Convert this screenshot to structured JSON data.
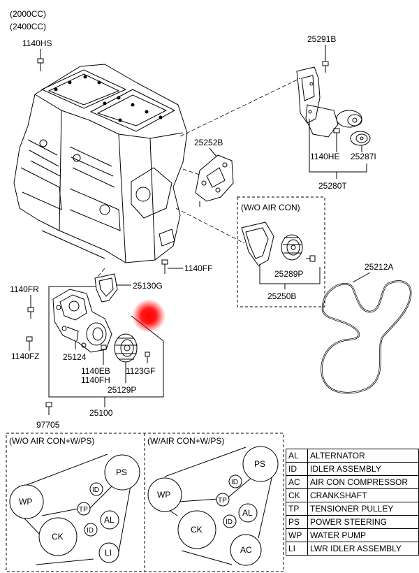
{
  "engine_variants": [
    "(2000CC)",
    "(2400CC)"
  ],
  "part_numbers": {
    "bolt_top_left": "1140HS",
    "bracket_top_right": "25291B",
    "bolt_tensioner": "1140HE",
    "idler_pulley": "25287I",
    "tensioner_assembly": "25280T",
    "bracket_mid": "25252B",
    "bolt_mid": "1140FF",
    "gasket": "25130G",
    "bolt_left_upper": "1140FR",
    "bolt_left_lower": "1140FZ",
    "water_pump_body": "25124",
    "bolt_pump_eb": "1140EB",
    "bolt_pump_fh": "1140FH",
    "bolt_pulley": "1123GF",
    "pump_pulley": "25129P",
    "water_pump_assembly": "25100",
    "bolt_bottom": "97705",
    "belt": "25212A",
    "wo_ac_idler_pulley": "25289P",
    "wo_ac_idler_assembly": "25250B"
  },
  "wo_air_con_label": "(W/O AIR CON)",
  "belt_layouts": [
    {
      "title": "(W/O AIR CON+W/PS)",
      "pulleys": [
        "PS",
        "ID",
        "WP",
        "TP",
        "AL",
        "ID",
        "CK",
        "LI"
      ]
    },
    {
      "title": "(W/AIR CON+W/PS)",
      "pulleys": [
        "PS",
        "ID",
        "WP",
        "TP",
        "AL",
        "ID",
        "CK",
        "AC"
      ]
    }
  ],
  "legend": [
    {
      "code": "AL",
      "desc": "ALTERNATOR"
    },
    {
      "code": "ID",
      "desc": "IDLER ASSEMBLY"
    },
    {
      "code": "AC",
      "desc": "AIR CON COMPRESSOR"
    },
    {
      "code": "CK",
      "desc": "CRANKSHAFT"
    },
    {
      "code": "TP",
      "desc": "TENSIONER PULLEY"
    },
    {
      "code": "PS",
      "desc": "POWER STEERING"
    },
    {
      "code": "WP",
      "desc": "WATER PUMP"
    },
    {
      "code": "LI",
      "desc": "LWR IDLER ASSEMBLY"
    }
  ],
  "colors": {
    "ink": "#000000",
    "marker": "#ff0000"
  }
}
